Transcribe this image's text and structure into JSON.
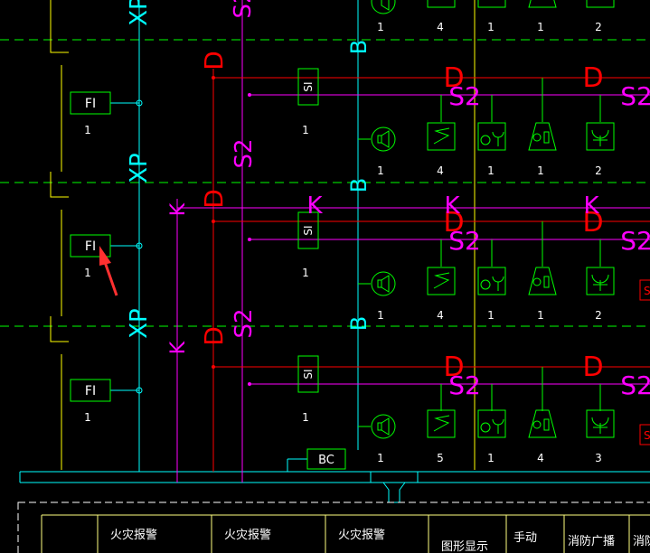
{
  "colors": {
    "background": "#000000",
    "yellow": "#ffff00",
    "green": "#00ff00",
    "cyan": "#00ffff",
    "magenta": "#ff00ff",
    "red": "#ff0000",
    "white": "#ffffff",
    "light_green": "#80ff80",
    "light_yellow": "#ffff80",
    "arrow": "#ff3030"
  },
  "symbols": {
    "fi": "FI",
    "si": "SI",
    "bc": "BC",
    "xp": "XP",
    "s2": "S2",
    "b": "B",
    "d": "D",
    "k": "K",
    "s_partial": "S"
  },
  "rows": [
    {
      "fi_count": "1",
      "si_count": "1",
      "top_counts": [
        "1",
        "4",
        "1",
        "1",
        "2"
      ],
      "bottom_counts": [
        "1",
        "4",
        "1",
        "1",
        "2"
      ]
    },
    {
      "fi_count": "1",
      "si_count": "1",
      "bottom_counts": [
        "1",
        "4",
        "1",
        "1",
        "2"
      ]
    },
    {
      "fi_count": "1",
      "si_count": "1",
      "bottom_counts": [
        "1",
        "5",
        "1",
        "4",
        "3"
      ]
    }
  ],
  "table": {
    "headers": [
      "火灾报警",
      "火灾报警",
      "火灾报警",
      "图形显示",
      "手动",
      "消防广播",
      "消防"
    ]
  },
  "annotation": {
    "icon": "red-arrow-pointer-icon"
  }
}
